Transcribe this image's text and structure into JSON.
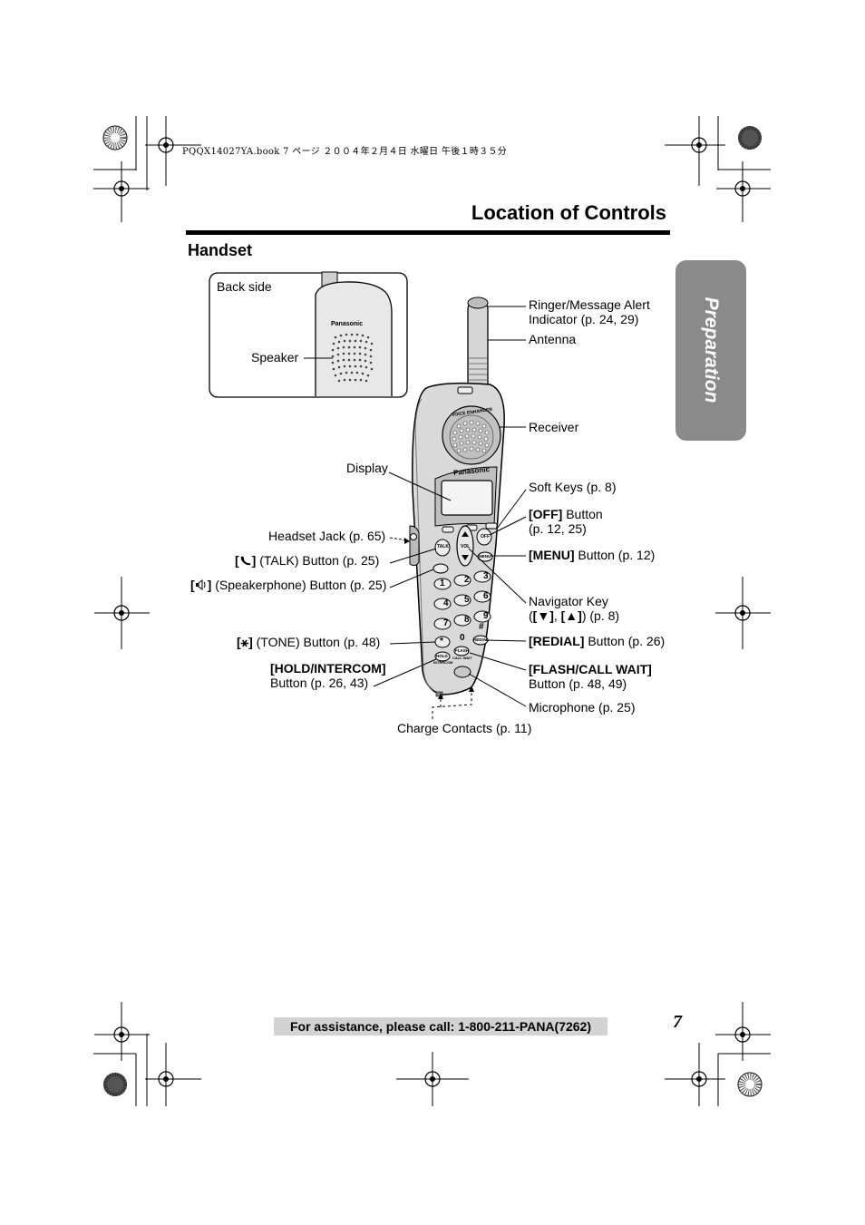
{
  "print_header": "PQQX14027YA.book  7 ページ  ２００４年２月４日  水曜日  午後１時３５分",
  "page_title": "Location of Controls",
  "section_title": "Handset",
  "side_tab": "Preparation",
  "brand": "Panasonic",
  "voice_enhancer": "VOICE ENHANCER",
  "inset": {
    "title": "Back side",
    "speaker_label": "Speaker"
  },
  "left_labels": {
    "display": "Display",
    "headset_jack": "Headset Jack (p. 65)",
    "talk_pre": "[",
    "talk_key": "]",
    "talk_text": " (TALK) Button (p. 25)",
    "speaker_pre": "[",
    "speaker_key": "]",
    "speaker_text": " (Speakerphone) Button (p. 25)",
    "tone_pre": "[",
    "tone_sym": "⚹",
    "tone_key": "]",
    "tone_text": " (TONE) Button (p. 48)",
    "hold_bold": "[HOLD/INTERCOM]",
    "hold_sub": "Button (p. 26, 43)",
    "charge": "Charge Contacts (p. 11)"
  },
  "right_labels": {
    "ringer_1": "Ringer/Message Alert",
    "ringer_2": "Indicator (p. 24, 29)",
    "antenna": "Antenna",
    "receiver": "Receiver",
    "soft_keys": "Soft Keys (p. 8)",
    "off_bold": "[OFF]",
    "off_text": " Button",
    "off_sub": "(p. 12, 25)",
    "menu_bold": "[MENU]",
    "menu_text": " Button (p. 12)",
    "nav_1": "Navigator Key",
    "nav_open": "(",
    "nav_down": "[▼]",
    "nav_comma": ", ",
    "nav_up": "[▲]",
    "nav_close": ") (p. 8)",
    "redial_bold": "[REDIAL]",
    "redial_text": " Button (p. 26)",
    "flash_bold": "[FLASH/CALL WAIT]",
    "flash_sub": "Button (p. 48, 49)",
    "microphone": "Microphone (p. 25)"
  },
  "keypad": {
    "talk": "TALK",
    "vol": "VOL",
    "off": "OFF",
    "menu": "MENU",
    "redial": "REDIAL",
    "hold": "HOLD",
    "flash": "FLASH",
    "intercom": "INTERCOM",
    "call_wait": "CALL WAIT",
    "keys": [
      "1",
      "2",
      "3",
      "4",
      "5",
      "6",
      "7",
      "8",
      "9",
      "*",
      "0",
      "#"
    ]
  },
  "footer": "For assistance, please call: 1-800-211-PANA(7262)",
  "page_number": "7"
}
